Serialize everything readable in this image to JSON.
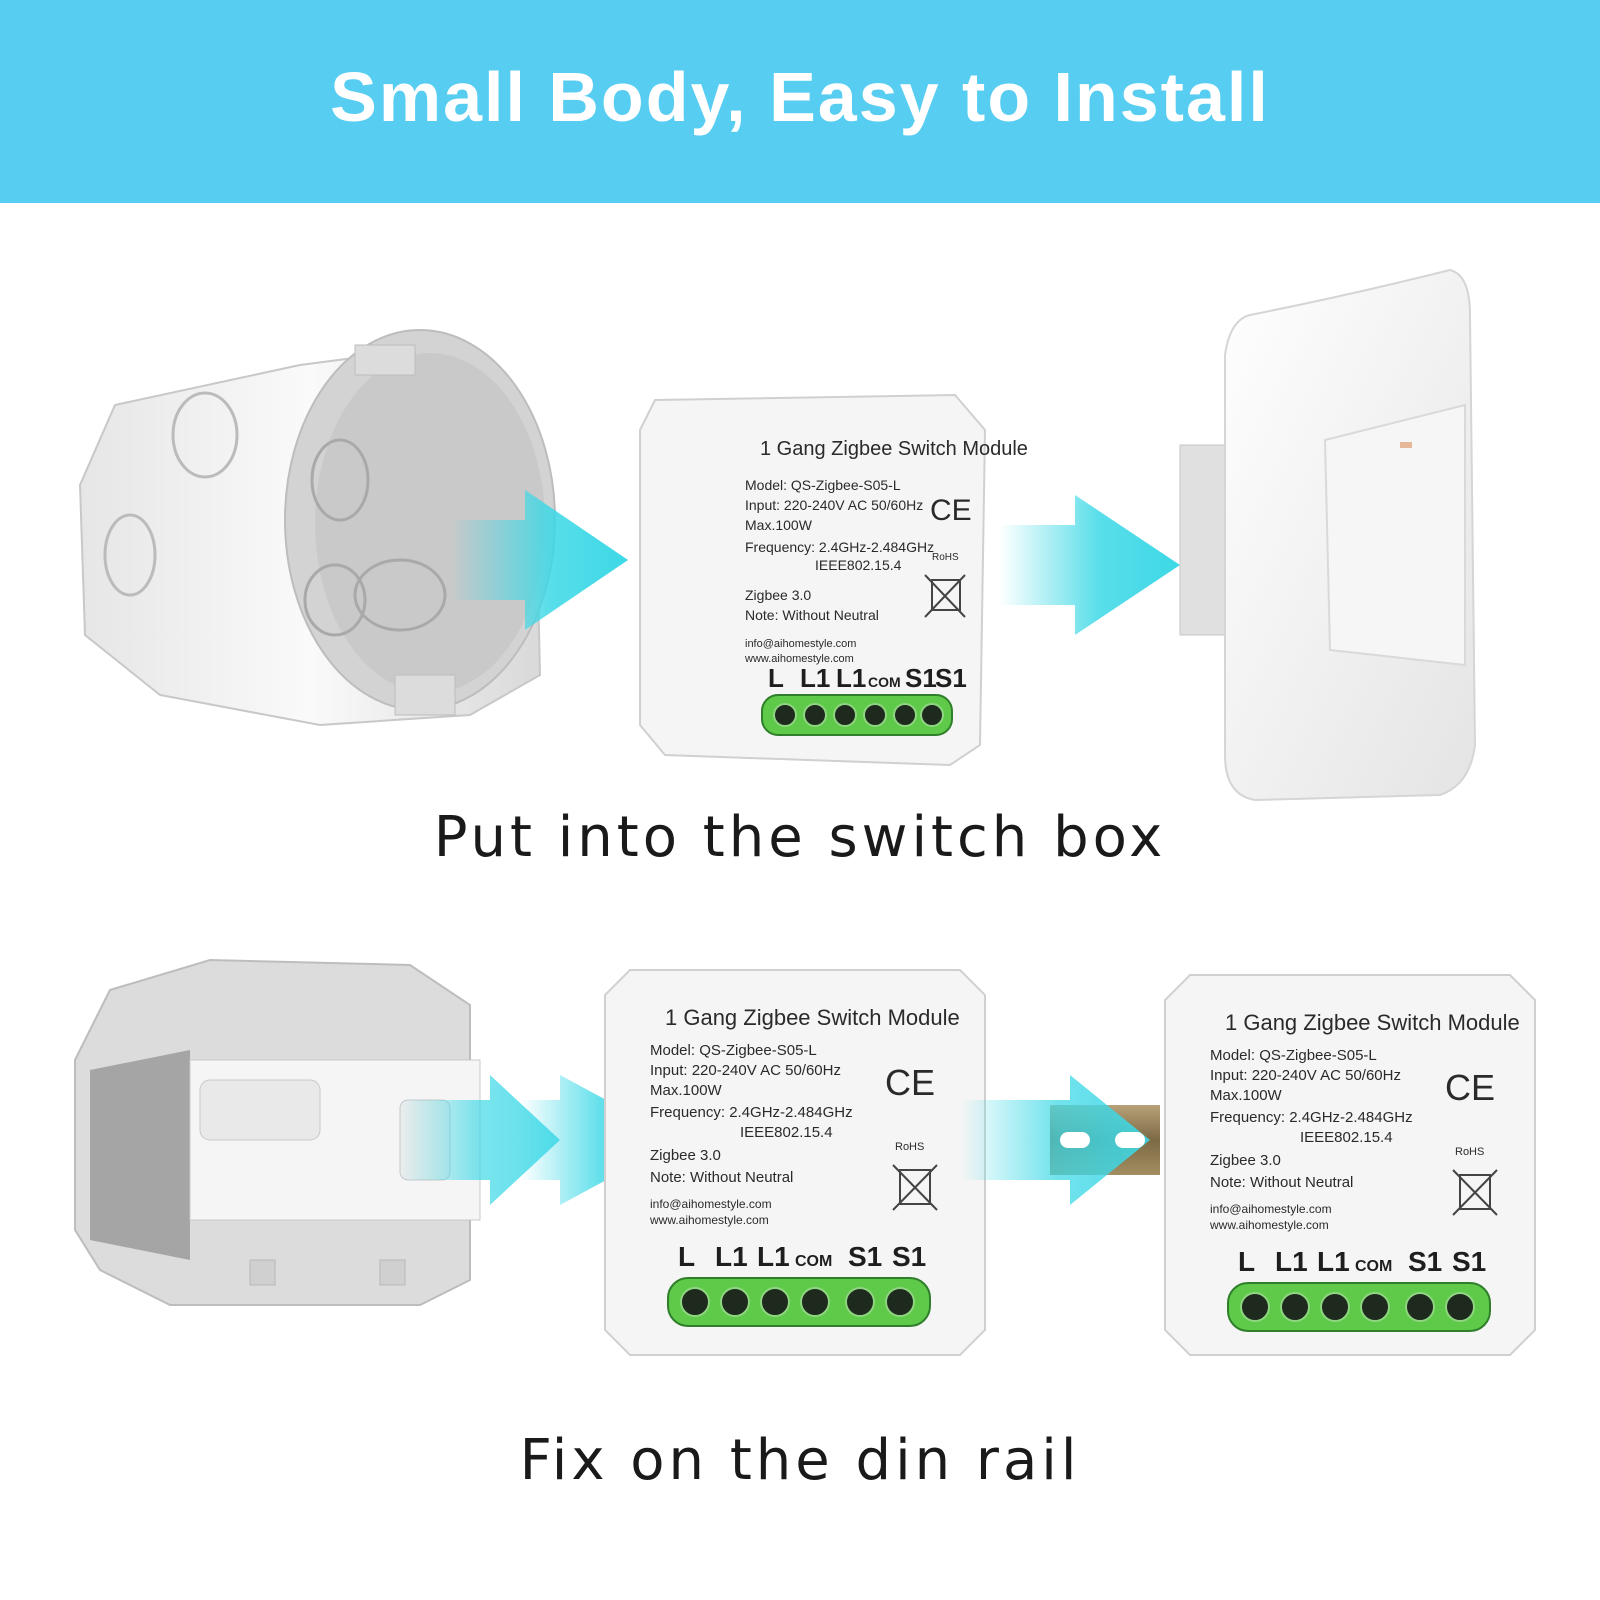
{
  "banner": {
    "title": "Small Body, Easy to Install",
    "color": "#57cdf2"
  },
  "captions": {
    "switch_box": "Put into the switch box",
    "din_rail": "Fix on the din rail"
  },
  "module": {
    "title": "1 Gang Zigbee Switch Module",
    "model": "Model: QS-Zigbee-S05-L",
    "input": "Input: 220-240V AC 50/60Hz",
    "max": "Max.100W",
    "frequency": "Frequency: 2.4GHz-2.484GHz",
    "ieee": "IEEE802.15.4",
    "zigbee": "Zigbee 3.0",
    "note": "Note: Without Neutral",
    "email": "info@aihomestyle.com",
    "web": "www.aihomestyle.com",
    "ce": "CE",
    "rohs": "RoHS",
    "terminals": [
      "L",
      "L1",
      "L1",
      "COM",
      "S1",
      "S1"
    ]
  },
  "colors": {
    "arrow": "#3cd8e6",
    "terminal_green": "#5fc94a",
    "plastic": "#f2f2f2"
  }
}
